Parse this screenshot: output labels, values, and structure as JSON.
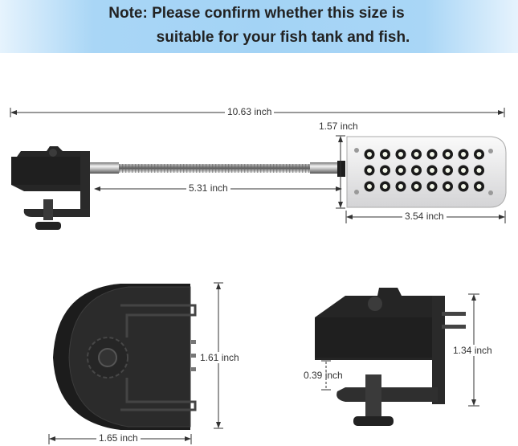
{
  "banner": {
    "line1": "Note: Please confirm whether this size is",
    "line2": "suitable for your fish tank and fish."
  },
  "dimensions": {
    "total_length": "10.63 inch",
    "gooseneck_length": "5.31 inch",
    "lamp_height": "1.57 inch",
    "lamp_width": "3.54 inch",
    "clamp_side_height": "1.61 inch",
    "clamp_side_width": "1.65 inch",
    "clamp_height": "1.34 inch",
    "clamp_opening": "0.39 inch"
  },
  "product": {
    "led_rows": 3,
    "led_columns": 8,
    "colors": {
      "banner": "#a3d3f5",
      "body": "#1f1f1f",
      "lamp": "#e8e8ea",
      "text": "#222222"
    }
  }
}
